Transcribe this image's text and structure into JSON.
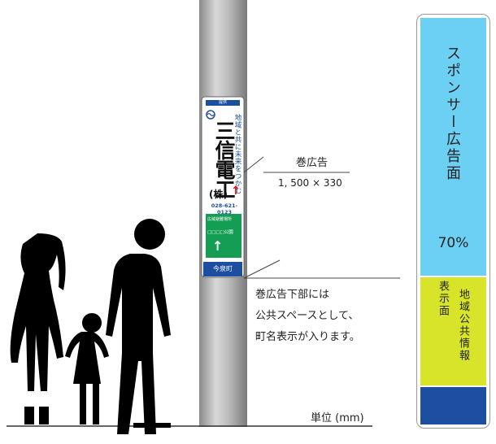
{
  "sign": {
    "header": "提供",
    "slogan": "地域と共に未来をつかむ",
    "company": "三信電工",
    "company_suffix": "(株)",
    "phone": "028-621-0123",
    "evac_label": "広域避難場所",
    "park_label": "□□□□公園",
    "town_name": "今泉町"
  },
  "annotations": {
    "sign_title": "巻広告",
    "sign_dimensions": "1, 500 × 330",
    "lower_note_1": "巻広告下部には",
    "lower_note_2": "公共スペースとして、",
    "lower_note_3": "町名表示が入ります。",
    "unit": "単位 (mm)"
  },
  "panel": {
    "sponsor_label": "スポンサー広告面",
    "sponsor_pct": "70%",
    "public_label_a": "地域公共情報",
    "public_label_b": "表示面"
  },
  "colors": {
    "sponsor": "#6ccff4",
    "public": "#d7e42a",
    "town": "#1d4fa0",
    "sign_green": "#139e53",
    "arrow_red": "#e01010"
  }
}
